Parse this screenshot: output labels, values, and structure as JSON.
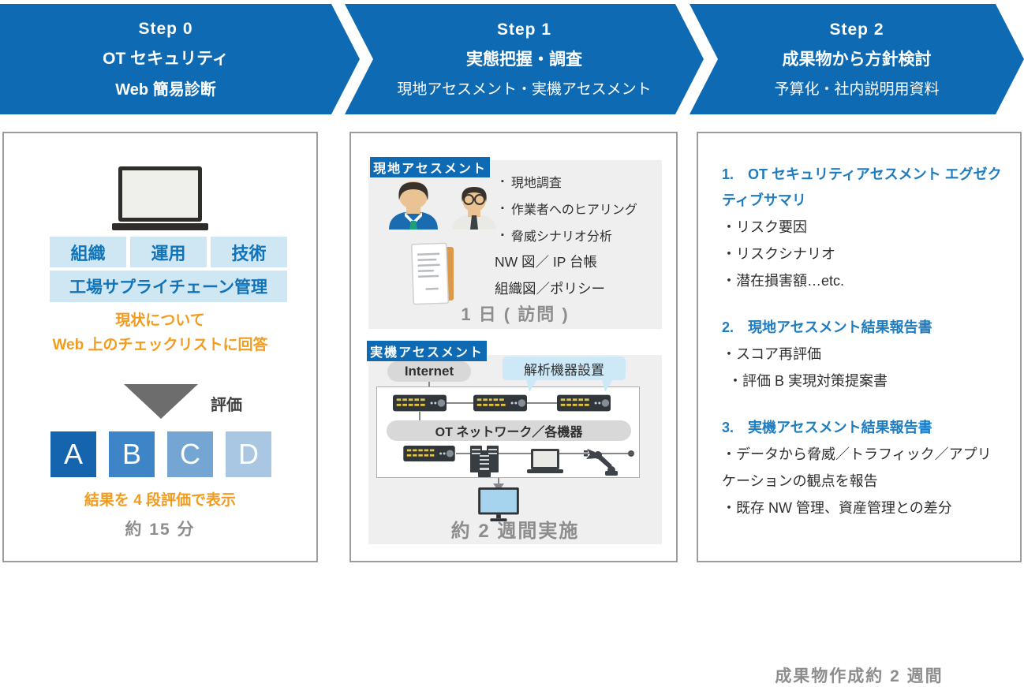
{
  "steps": [
    {
      "label": "Step 0",
      "line1": "OT セキュリティ",
      "line2": "Web 簡易診断"
    },
    {
      "label": "Step 1",
      "line1": "実態把握・調査",
      "line2": "現地アセスメント・実機アセスメント"
    },
    {
      "label": "Step 2",
      "line1": "成果物から方針検討",
      "line2": "予算化・社内説明用資料"
    }
  ],
  "step0_panel": {
    "icon": "laptop-icon",
    "chips": [
      "組織",
      "運用",
      "技術"
    ],
    "chip_wide": "工場サプライチェーン管理",
    "note_line1": "現状について",
    "note_line2": "Web 上のチェックリストに回答",
    "arrow_label": "評価",
    "grades": [
      "A",
      "B",
      "C",
      "D"
    ],
    "grade_colors": [
      "#1465ae",
      "#3d85c6",
      "#74a5d3",
      "#a9c7e3"
    ],
    "result_note": "結果を 4 段評価で表示",
    "duration": "約 15 分"
  },
  "step1_panel": {
    "onsite": {
      "tag": "現地アセスメント",
      "icons": [
        "person-icon",
        "person-glasses-icon",
        "document-icon"
      ],
      "bullet_char": "▪",
      "bullets": [
        "現地調査",
        "作業者へのヒアリング",
        "脅威シナリオ分析"
      ],
      "docs_line1": "NW 図／ IP 台帳",
      "docs_line2": "組織図／ポリシー",
      "duration": "1 日 ( 訪問 )"
    },
    "device": {
      "tag": "実機アセスメント",
      "internet_label": "Internet",
      "bubble_label": "解析機器設置",
      "network_label": "OT ネットワーク／各機器",
      "icons": [
        "router-icon",
        "server-icon",
        "laptop-icon",
        "robot-arm-icon",
        "monitor-icon"
      ],
      "duration": "約 2 週間実施"
    }
  },
  "step2_panel": {
    "sections": [
      {
        "heading": "1.　OT セキュリティアセスメント エグゼクティブサマリ",
        "items": [
          "・リスク要因",
          "・リスクシナリオ",
          "・潜在損害額…etc."
        ]
      },
      {
        "heading": "2.　現地アセスメント結果報告書",
        "items": [
          "・スコア再評価",
          "・評価 B 実現対策提案書"
        ]
      },
      {
        "heading": "3.　実機アセスメント結果報告書",
        "items": [
          "・データから脅威／トラフィック／アプリケーションの観点を報告",
          "・既存 NW 管理、資産管理との差分"
        ]
      }
    ],
    "duration": "成果物作成約 2 週間"
  },
  "colors": {
    "header_blue": "#0e6bb3",
    "chip_bg": "#cfe6f3",
    "chip_text": "#1274b8",
    "orange_text": "#f29c1f",
    "gray_text": "#8d8d8d",
    "heading_blue": "#1e7cc0",
    "panel_gray": "#efefef",
    "bubble_blue": "#cde8f7",
    "pill_gray": "#d8d8d8"
  }
}
